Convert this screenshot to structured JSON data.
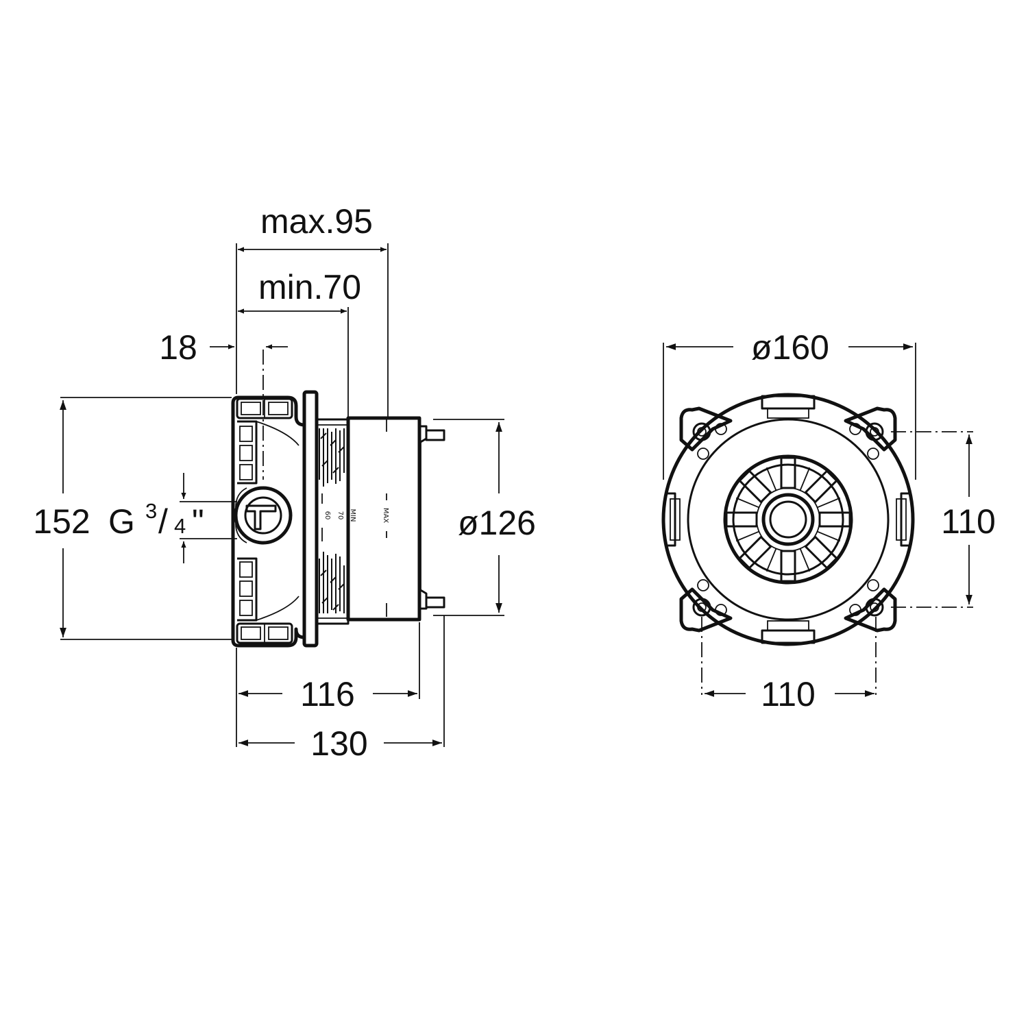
{
  "side_view": {
    "dim_max": "max.95",
    "dim_min": "min.70",
    "dim_offset": "18",
    "dim_height": "152",
    "thread_prefix": "G",
    "thread_num": "3",
    "thread_slash": "/",
    "thread_den": "4",
    "thread_quote": "\"",
    "dim_diameter": "ø126",
    "dim_body_length": "116",
    "dim_total_length": "130",
    "scale_max": "MAX",
    "scale_min": "MIN",
    "scale_70": "70",
    "scale_60": "60"
  },
  "front_view": {
    "dim_diameter": "ø160",
    "dim_vertical_spacing": "110",
    "dim_horizontal_spacing": "110"
  }
}
